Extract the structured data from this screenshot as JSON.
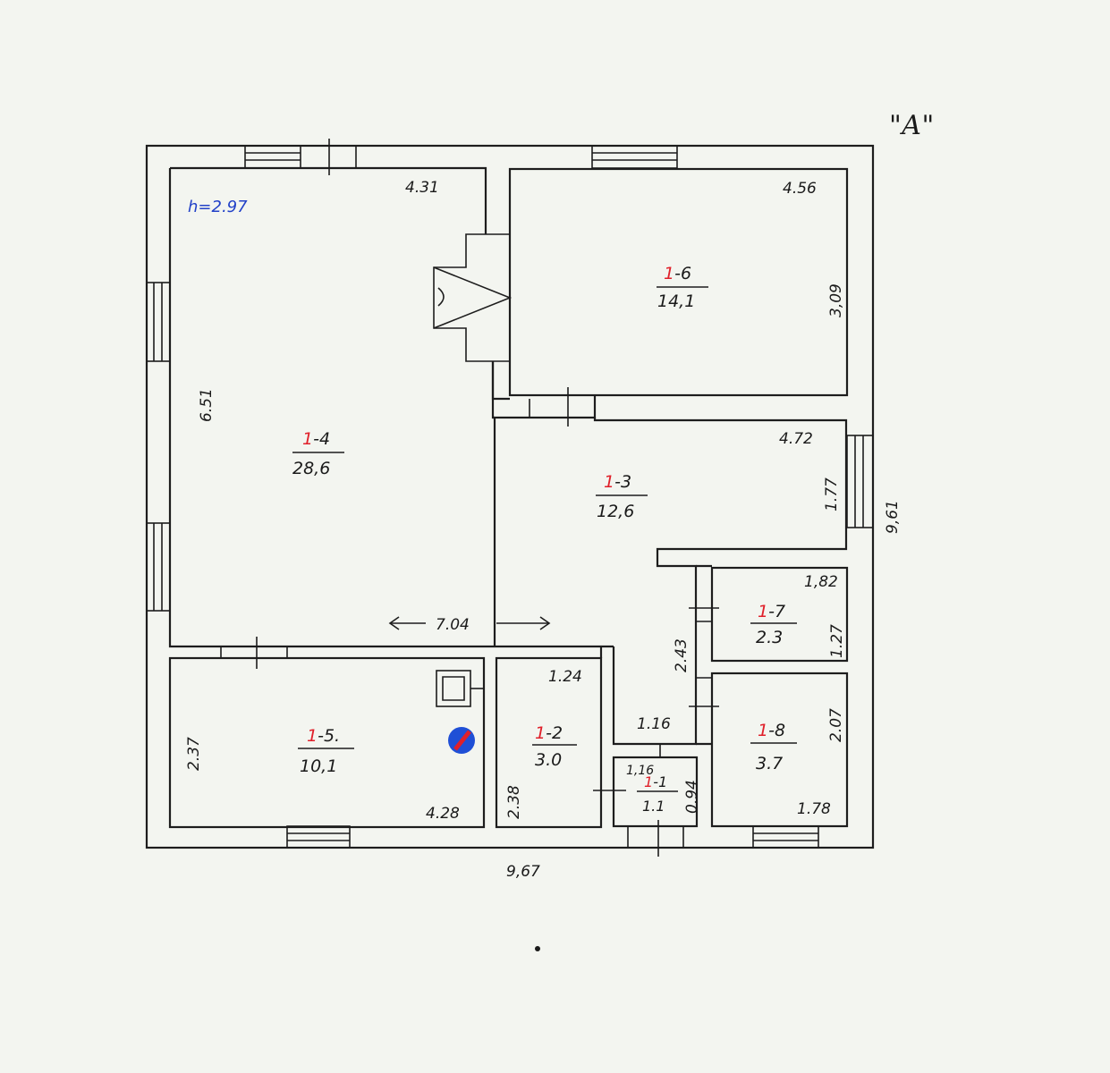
{
  "building_letter": "\"А\"",
  "ceiling_height": "h=2.97",
  "overall": {
    "width": "9,67",
    "depth": "9,61"
  },
  "rooms": [
    {
      "id": "r1-4",
      "number_prefix": "1",
      "number_suffix": "-4",
      "area": "28,6",
      "dim_top": "4.31",
      "dim_side": "6.51",
      "dim_bottom": "7.04"
    },
    {
      "id": "r1-6",
      "number_prefix": "1",
      "number_suffix": "-6",
      "area": "14,1",
      "dim_top": "4.56",
      "dim_side": "3,09"
    },
    {
      "id": "r1-3",
      "number_prefix": "1",
      "number_suffix": "-3",
      "area": "12,6",
      "dim_top": "4.72",
      "dim_side": "1.77",
      "dim_left": "2.43"
    },
    {
      "id": "r1-7",
      "number_prefix": "1",
      "number_suffix": "-7",
      "area": "2.3",
      "dim_top": "1,82",
      "dim_side": "1.27"
    },
    {
      "id": "r1-8",
      "number_prefix": "1",
      "number_suffix": "-8",
      "area": "3.7",
      "dim_side": "2.07",
      "dim_bottom": "1.78"
    },
    {
      "id": "r1-5",
      "number_prefix": "1",
      "number_suffix": "-5.",
      "area": "10,1",
      "dim_side": "2.37",
      "dim_bottom": "4.28"
    },
    {
      "id": "r1-2",
      "number_prefix": "1",
      "number_suffix": "-2",
      "area": "3.0",
      "dim_top": "1.24",
      "dim_side": "2.38"
    },
    {
      "id": "r1-1",
      "number_prefix": "1",
      "number_suffix": "-1",
      "area": "1.1",
      "dim_top": "1.16",
      "dim_top_inner": "1,16",
      "dim_side": "0.94"
    }
  ],
  "colors": {
    "room_number_prefix": "#e0202a",
    "height_label": "#2241c8",
    "boiler_marker": "#1f4fd6"
  }
}
